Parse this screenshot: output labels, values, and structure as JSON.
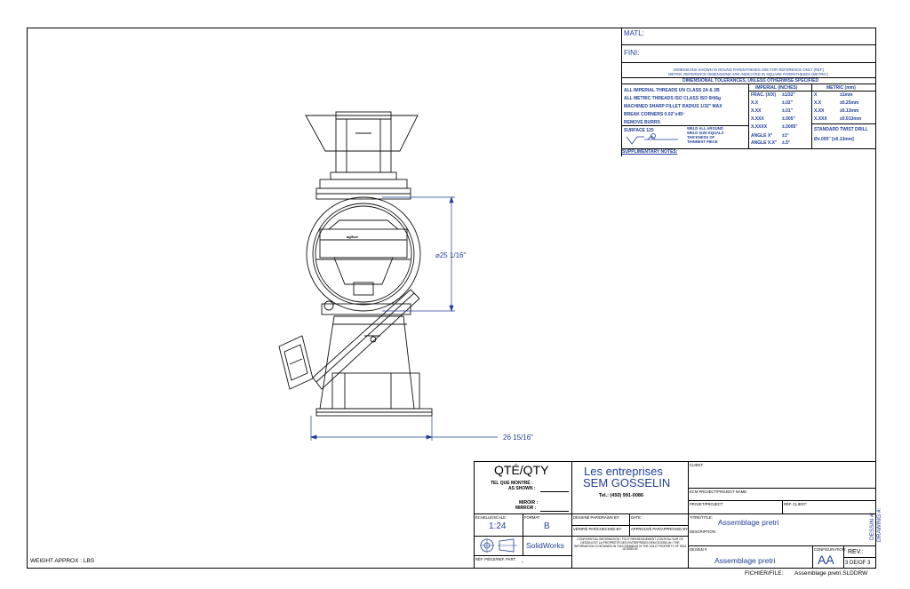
{
  "spec": {
    "matl": "MATL:",
    "fini": "FINI:",
    "note_fr": "DIMENSIONS SHOWN IN ROUND PARENTHESES ARE FOR REFERENCE ONLY (REF.)",
    "note_en": "METRIC REFERENCE DIMENSIONS ARE INDICATED IN SQUARE PARENTHESES (METRIC)",
    "tol_header": "DIMENSIONAL TOLERANCES, UNLESS OTHERWISE SPECIFIED",
    "imperial_header": "IMPERIAL (INCHES)",
    "metric_header": "METRIC (mm)",
    "left_notes": [
      "ALL IMPERIAL THREADS UN CLASS 2A & 2B",
      "ALL METRIC THREADS ISO CLASS ISO 6H/6g",
      "MACHINED SHARP FILLET RADIUS 1/32\" MAX",
      "BREAK CORNERS 0.02\"x45º",
      "REMOVE BURRS"
    ],
    "surface": "SURFACE 125",
    "weld": [
      "WELD ALL AROUND",
      "WELD SIZE EQUALS",
      "THICKNESS OF",
      "THINNEST PIECE"
    ],
    "imperial_rows": [
      [
        "FRAC. (X/X)",
        "±1/32\""
      ],
      [
        "X.X",
        "±.02\""
      ],
      [
        "X.XX",
        "±.01\""
      ],
      [
        "X.XXX",
        "±.005\""
      ],
      [
        "X.XXXX",
        "±.0005\""
      ],
      [
        "ANGLE X°",
        "±1°"
      ],
      [
        "ANGLE X.X°",
        "±.5°"
      ]
    ],
    "metric_rows": [
      [
        "X",
        "±1mm"
      ],
      [
        "X.X",
        "±0.25mm"
      ],
      [
        "X.XX",
        "±0.13mm"
      ],
      [
        "X.XXX",
        "±0.013mm"
      ]
    ],
    "drill_label": "STANDARD TWIST DRILL",
    "drill_value": "Ø±.005\" [±0.13mm]",
    "supp_notes": "SUPPLIMENTARY NOTES:"
  },
  "drawing": {
    "dim_diameter": "⌀25 1/16\"",
    "dim_width": "26 15/16\"",
    "brand": "agifure"
  },
  "title_block": {
    "qty_title": "QTÉ/QTY",
    "tel_que_montre": "TEL QUE MONTRÉ :",
    "as_shown": "AS SHOWN :",
    "miroir": "MIROIR :",
    "mirror": "MIRROR :",
    "company_line1": "Les entreprises",
    "company_line2": "SEM GOSSELIN",
    "company_tel": "Tel.: (450) 991-0086",
    "client_label": "CLIENT:",
    "ecm_label": "ECM PROJECT/PROJECT NAME:",
    "projet_label": "PROJET/PROJECT:",
    "ref_client_label": "RÉF. CLIENT:",
    "echelle_label": "ÉCHELLE/SCALE",
    "format_label": "FORMAT",
    "scale": "1:24",
    "format": "B",
    "dessine_label": "DESSINÉ PAR/DRAWN BY:",
    "date_label": "DATE:",
    "verifie_label": "VÉRIFIÉ PAR/CHECKED BY:",
    "approuve_label": "APPROUVÉ PAR/APPROVED BY:",
    "titre_label": "TITRE/TITLE:",
    "title": "Assemblage pretri",
    "description_label": "DESCRIPTION:",
    "software": "SolidWorks",
    "confidential": "CONFIDENTIAL INFORMATION / TOUT RENSEIGNEMENT CONTENU SUR CE DESSIN EST LA PROPRIÉTÉ DES ENTREPRISES SEM GOSSELIN / THE INFORMATION CONTAINED IN THIS DRAWING IS THE SOLE PROPERTY OF SEM GOSSELIN",
    "ref_piece_label": "RÉF. PIÈCE/REF. PART:",
    "ref_piece_value": "-",
    "dessin_label": "DESSIN #:",
    "dessin_value": "Assemblage pretri",
    "configuration_label": "CONFIGURATION:",
    "configuration": "AA",
    "rev_label": "REV.:",
    "sheet": "3 DE/OF 3",
    "side_label_1": "DESSIN #:",
    "side_label_2": "DRAWING #:",
    "weight": "WEIGHT APPROX : LBS",
    "fichier_label": "FICHIER/FILE:",
    "fichier": "Assemblage pretri.SLDDRW"
  },
  "colors": {
    "ink": "#000000",
    "accent": "#1f3f99"
  }
}
